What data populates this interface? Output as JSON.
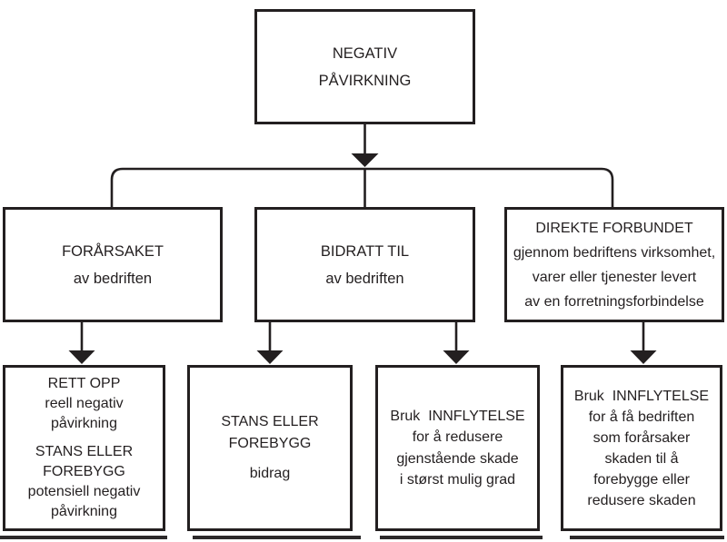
{
  "colors": {
    "ink": "#231f20",
    "background": "#ffffff"
  },
  "nodes": {
    "root": {
      "lines": [
        "NEGATIV",
        "PÅVIRKNING"
      ]
    },
    "caused": {
      "lines": [
        "FORÅRSAKET",
        "av bedriften"
      ]
    },
    "contributed": {
      "lines": [
        "BIDRATT TIL",
        "av bedriften"
      ]
    },
    "directly_linked": {
      "lines": [
        "DIREKTE FORBUNDET",
        "gjennom bedriftens virksomhet,",
        "varer eller tjenester levert",
        "av en forretningsforbindelse"
      ]
    },
    "remediate": {
      "lines": [
        "RETT OPP",
        "reell negativ",
        "påvirkning",
        "STANS ELLER",
        "FOREBYGG",
        "potensiell negativ",
        "påvirkning"
      ]
    },
    "cease_contribution": {
      "lines": [
        "STANS ELLER",
        "FOREBYGG",
        "bidrag"
      ]
    },
    "use_leverage_mitigate": {
      "lines": [
        "Bruk  INNFLYTELSE",
        "for å redusere",
        "gjenstående skade",
        "i størst mulig grad"
      ]
    },
    "use_leverage_influence": {
      "lines": [
        "Bruk  INNFLYTELSE",
        "for å få bedriften",
        "som forårsaker",
        "skaden til å",
        "forebygge eller",
        "redusere skaden"
      ]
    }
  }
}
